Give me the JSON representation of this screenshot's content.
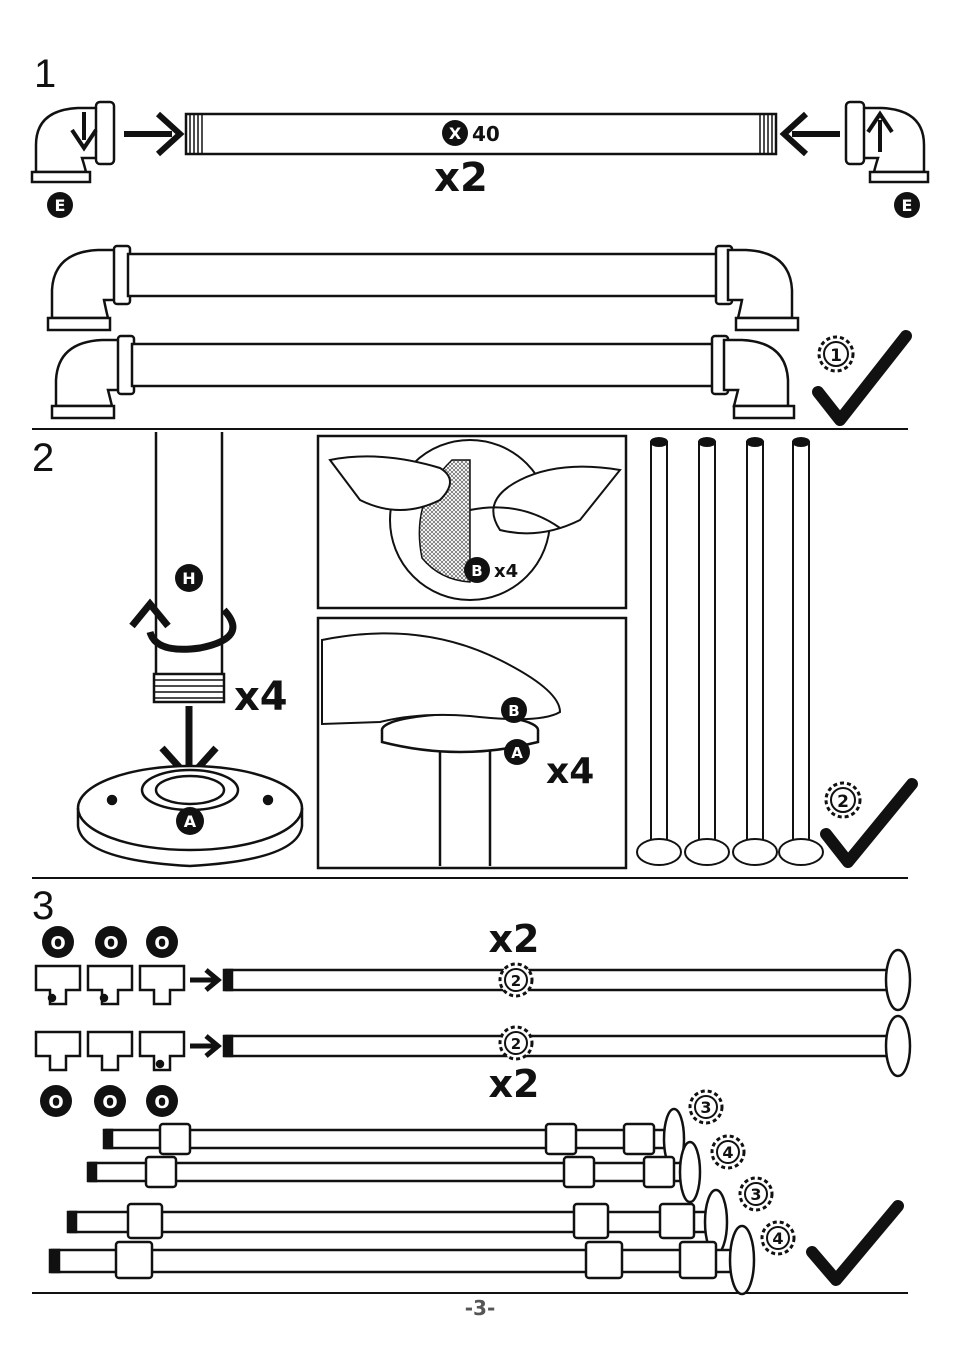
{
  "steps": {
    "s1": "1",
    "s2": "2",
    "s3": "3"
  },
  "step1": {
    "part_e_left": "E",
    "part_e_right": "E",
    "part_x": "X",
    "pipe_length": "40",
    "quantity": "x2",
    "gear_badge": "1"
  },
  "step2": {
    "part_h": "H",
    "part_a_flange": "A",
    "quantity_left": "x4",
    "part_b_top": "B",
    "quantity_b": "x4",
    "part_b_bottom": "B",
    "part_a_bottom": "A",
    "quantity_right": "x4",
    "gear_badge": "2"
  },
  "step3": {
    "part_o": "O",
    "quantity_top": "x2",
    "quantity_bottom": "x2",
    "gear_ref_top": "2",
    "gear_ref_bottom": "2",
    "gear_badges": [
      "3",
      "4",
      "3",
      "4"
    ]
  },
  "page_number": "-3-",
  "colors": {
    "ink": "#111111",
    "paper": "#ffffff",
    "badge_fill": "#111111",
    "badge_text": "#ffffff",
    "page_number": "#555555"
  },
  "icons": [
    "arrow-right-icon",
    "arrow-left-icon",
    "arrow-down-icon",
    "rotate-arrow-icon",
    "checkmark-icon",
    "gear-badge-icon"
  ]
}
